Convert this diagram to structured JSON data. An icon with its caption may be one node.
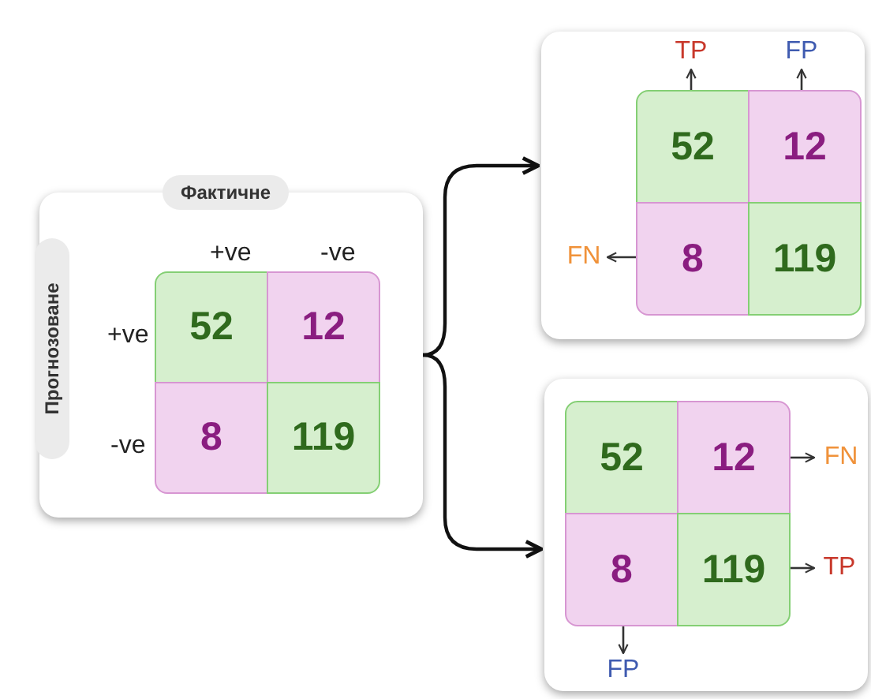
{
  "diagram": {
    "nodes": [
      {
        "text": [],
        "shape": "box"
      },
      {
        "text": [
          "Фактичне"
        ],
        "in": 0
      },
      {
        "text": [
          "Прогнозоване"
        ],
        "in": 0
      },
      {
        "text": [
          "52"
        ],
        "in": 0
      },
      {
        "text": [
          "12"
        ],
        "in": 0
      },
      {
        "text": [
          "8"
        ],
        "in": 0
      },
      {
        "text": [
          "119"
        ],
        "in": 0
      },
      {
        "text": [],
        "shape": "box"
      },
      {
        "text": [
          "TP"
        ],
        "in": 7
      },
      {
        "text": [
          "FP"
        ],
        "in": 7
      },
      {
        "text": [
          "52"
        ],
        "in": 7
      },
      {
        "text": [
          "12"
        ],
        "in": 7
      },
      {
        "text": [
          "FN"
        ],
        "in": 7
      },
      {
        "text": [
          "8"
        ],
        "in": 7
      },
      {
        "text": [
          "119"
        ],
        "in": 7
      },
      {
        "text": [],
        "shape": "box"
      },
      {
        "text": [
          "52"
        ],
        "in": 15
      },
      {
        "text": [
          "12"
        ],
        "in": 15
      },
      {
        "text": [
          "FN"
        ],
        "in": 15
      },
      {
        "text": [
          "8"
        ],
        "in": 15
      },
      {
        "text": [
          "119"
        ],
        "in": 15
      },
      {
        "text": [
          "TP"
        ],
        "in": 15
      },
      {
        "text": [
          "FP"
        ],
        "in": 15
      }
    ],
    "edges": [
      {
        "from": 0,
        "to": 7,
        "arrow": "to"
      },
      {
        "from": 0,
        "to": 15,
        "arrow": "to"
      },
      {
        "from": 10,
        "to": 8,
        "arrow": "to"
      },
      {
        "from": 11,
        "to": 9,
        "arrow": "to"
      },
      {
        "from": 13,
        "to": 12,
        "arrow": "to"
      },
      {
        "from": 17,
        "to": 18,
        "arrow": "to"
      },
      {
        "from": 20,
        "to": 21,
        "arrow": "to"
      },
      {
        "from": 19,
        "to": 22,
        "arrow": "to"
      }
    ],
    "labels": [
      "+ve",
      "-ve",
      "+ve",
      "-ve"
    ]
  }
}
